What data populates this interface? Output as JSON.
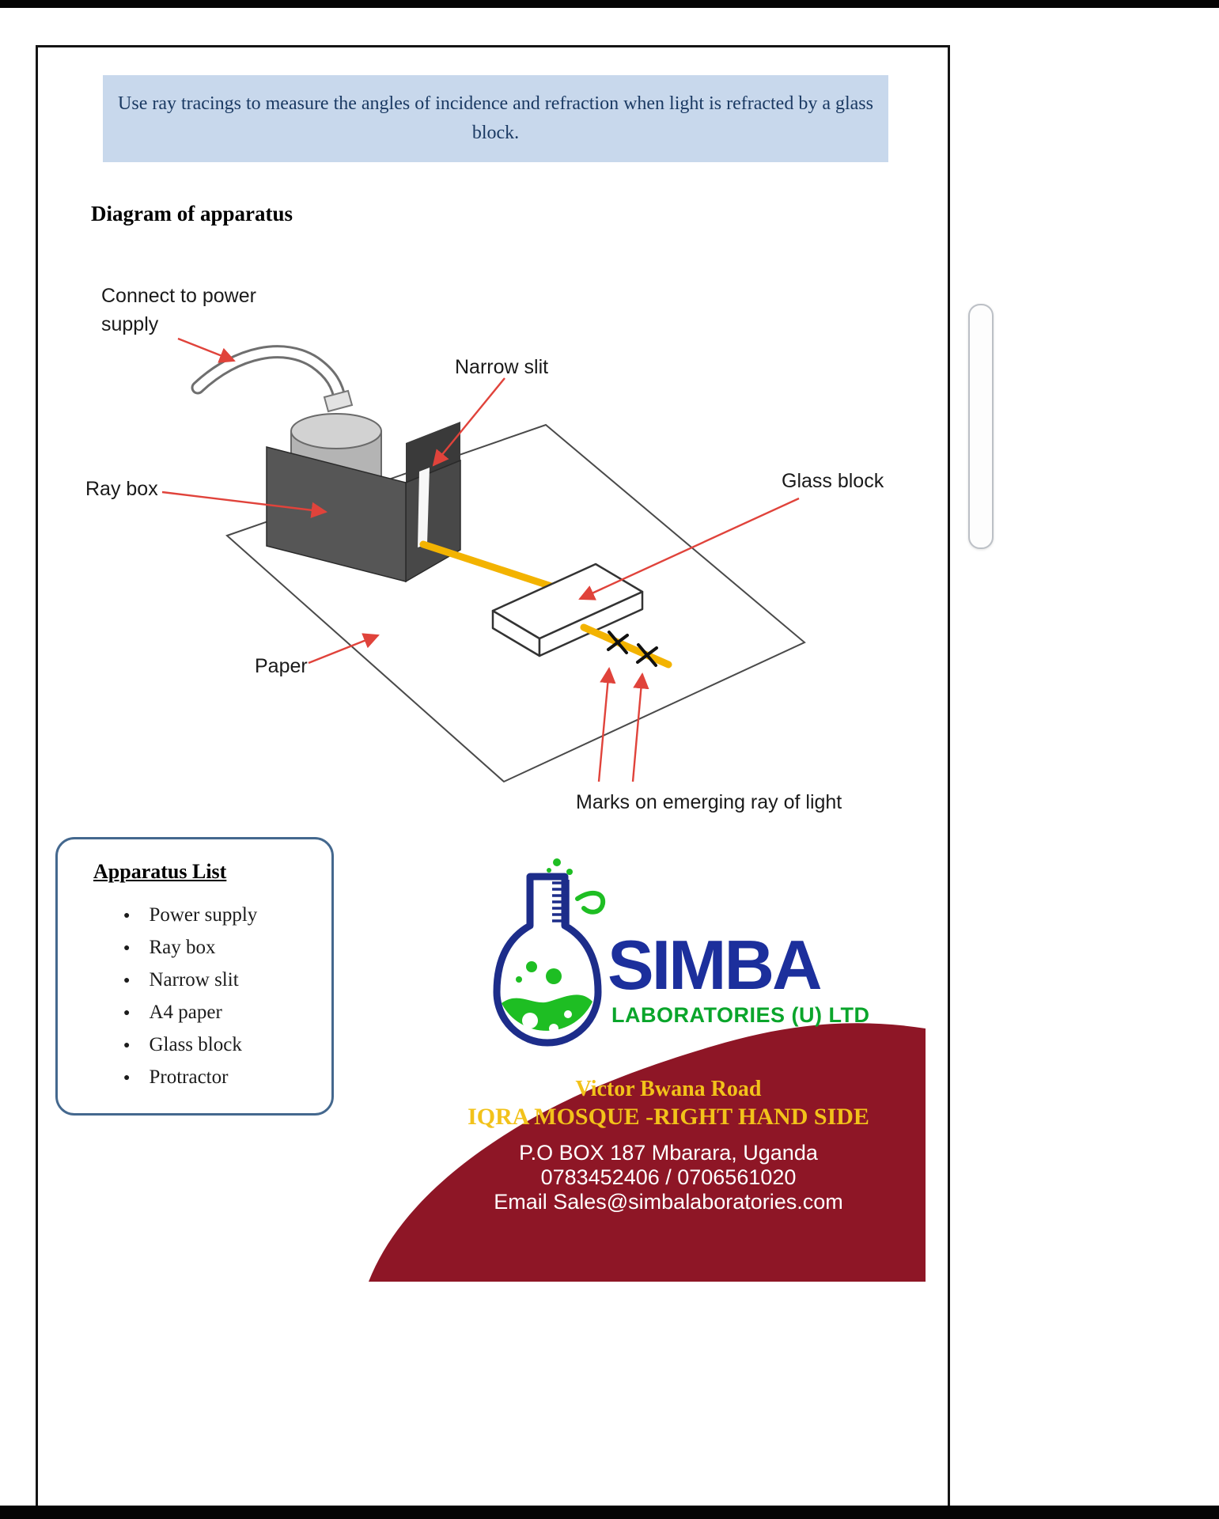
{
  "banner": {
    "text": "Use ray tracings to measure the angles of incidence and refraction when light is refracted by a glass block."
  },
  "section": {
    "title": "Diagram of apparatus"
  },
  "diagram": {
    "labels": {
      "power_supply": "Connect to power supply",
      "narrow_slit": "Narrow slit",
      "ray_box": "Ray box",
      "glass_block": "Glass block",
      "paper": "Paper",
      "marks": "Marks on emerging ray of light"
    }
  },
  "apparatus_list": {
    "title": "Apparatus List",
    "items": [
      "Power supply",
      "Ray box",
      "Narrow slit",
      "A4 paper",
      "Glass block",
      "Protractor"
    ]
  },
  "brand": {
    "name": "SIMBA",
    "subtitle": "LABORATORIES (U) LTD"
  },
  "contact": {
    "road": "Victor Bwana Road",
    "landmark": "IQRA MOSQUE -RIGHT HAND SIDE",
    "po_box": "P.O BOX 187 Mbarara, Uganda",
    "phones": "0783452406 / 0706561020",
    "email": "Email Sales@simbalaboratories.com"
  },
  "colors": {
    "banner_bg": "#c8d8ec",
    "banner_text": "#1b3a63",
    "arrow_red": "#e0433b",
    "ray_yellow": "#f3b300",
    "brand_blue": "#1c2f9c",
    "brand_green": "#0aa52b",
    "ribbon_red": "#8e1626",
    "ribbon_yellow": "#f2c21a",
    "list_border": "#44688e"
  }
}
